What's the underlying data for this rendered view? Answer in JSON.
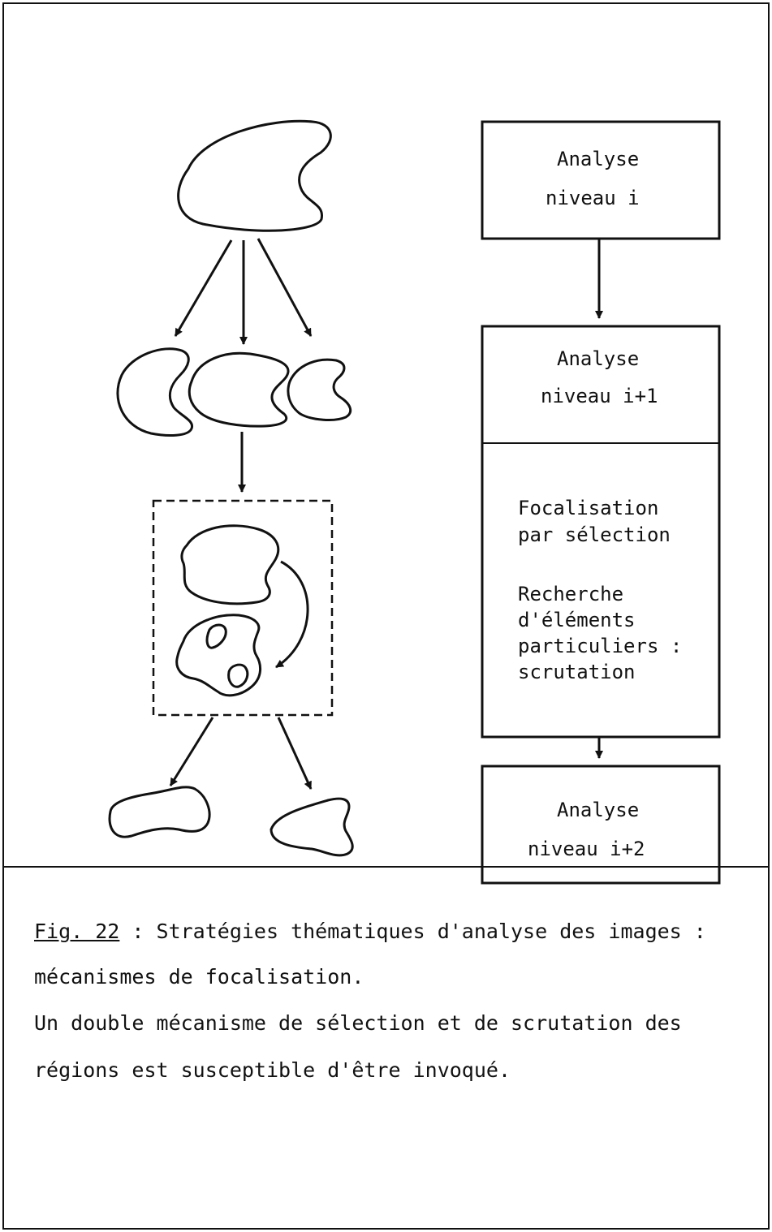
{
  "boxes": {
    "level_i": {
      "line1": "Analyse",
      "line2": "niveau i"
    },
    "level_i1": {
      "line1": "Analyse",
      "line2": "niveau i+1"
    },
    "focus": {
      "line1": "Focalisation",
      "line2": "par sélection",
      "line3": "Recherche",
      "line4": "d'éléments",
      "line5": "particuliers :",
      "line6": "scrutation"
    },
    "level_i2": {
      "line1": "Analyse",
      "line2": "niveau i+2"
    }
  },
  "caption": {
    "fig_label": "Fig. 22",
    "line1_rest": " : Stratégies thématiques d'analyse des images :",
    "line2": "mécanismes de focalisation.",
    "line3": "Un double mécanisme de sélection et de scrutation des",
    "line4": "régions est susceptible d'être invoqué."
  }
}
